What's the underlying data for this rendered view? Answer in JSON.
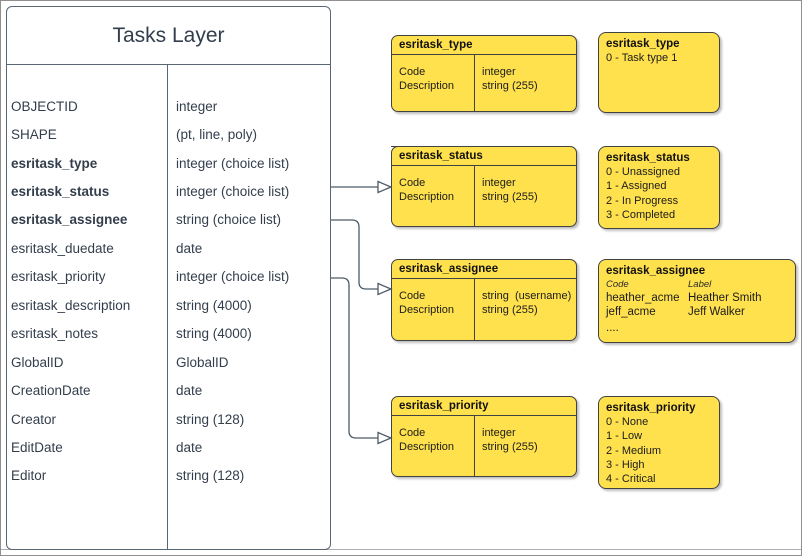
{
  "main_table": {
    "title": "Tasks Layer",
    "fields": [
      {
        "name": "OBJECTID",
        "type": "integer"
      },
      {
        "name": "SHAPE",
        "type": "(pt, line, poly)"
      },
      {
        "name": "esritask_type",
        "type": "integer (choice list)"
      },
      {
        "name": "esritask_status",
        "type": "integer (choice list)"
      },
      {
        "name": "esritask_assignee",
        "type": "string (choice list)"
      },
      {
        "name": "esritask_duedate",
        "type": "date"
      },
      {
        "name": "esritask_priority",
        "type": "integer (choice list)"
      },
      {
        "name": "esritask_description",
        "type": "string (4000)"
      },
      {
        "name": "esritask_notes",
        "type": "string (4000)"
      },
      {
        "name": "GlobalID",
        "type": "GlobalID"
      },
      {
        "name": "CreationDate",
        "type": "date"
      },
      {
        "name": "Creator",
        "type": "string (128)"
      },
      {
        "name": "EditDate",
        "type": "date"
      },
      {
        "name": "Editor",
        "type": "string (128)"
      }
    ]
  },
  "code_tables": {
    "type": {
      "title": "esritask_type",
      "rows": [
        {
          "field": "Code",
          "type": "integer"
        },
        {
          "field": "Description",
          "type": "string (255)"
        }
      ]
    },
    "status": {
      "title": "esritask_status",
      "rows": [
        {
          "field": "Code",
          "type": "integer"
        },
        {
          "field": "Description",
          "type": "string (255)"
        }
      ]
    },
    "assignee": {
      "title": "esritask_assignee",
      "rows": [
        {
          "field": "Code",
          "type": "string  (username)"
        },
        {
          "field": "Description",
          "type": "string (255)"
        }
      ]
    },
    "priority": {
      "title": "esritask_priority",
      "rows": [
        {
          "field": "Code",
          "type": "integer"
        },
        {
          "field": "Description",
          "type": "string (255)"
        }
      ]
    }
  },
  "legends": {
    "type": {
      "title": "esritask_type",
      "items": [
        "0 - Task type 1"
      ]
    },
    "status": {
      "title": "esritask_status",
      "items": [
        "0 - Unassigned",
        "1 - Assigned",
        "2 - In Progress",
        "3 - Completed"
      ]
    },
    "assignee": {
      "title": "esritask_assignee",
      "columns": {
        "code": "Code",
        "label": "Label"
      },
      "rows": [
        {
          "code": "heather_acme",
          "label": "Heather Smith"
        },
        {
          "code": "jeff_acme",
          "label": "Jeff Walker"
        }
      ],
      "ellipsis": "...."
    },
    "priority": {
      "title": "esritask_priority",
      "items": [
        "0 - None",
        "1 - Low",
        "2 - Medium",
        "3 - High",
        "4 - Critical"
      ]
    }
  },
  "colors": {
    "box_fill": "#FFE14D",
    "box_border": "#424242",
    "table_border": "#596673",
    "connector": "#4D5A67",
    "text": "#333E4C"
  }
}
